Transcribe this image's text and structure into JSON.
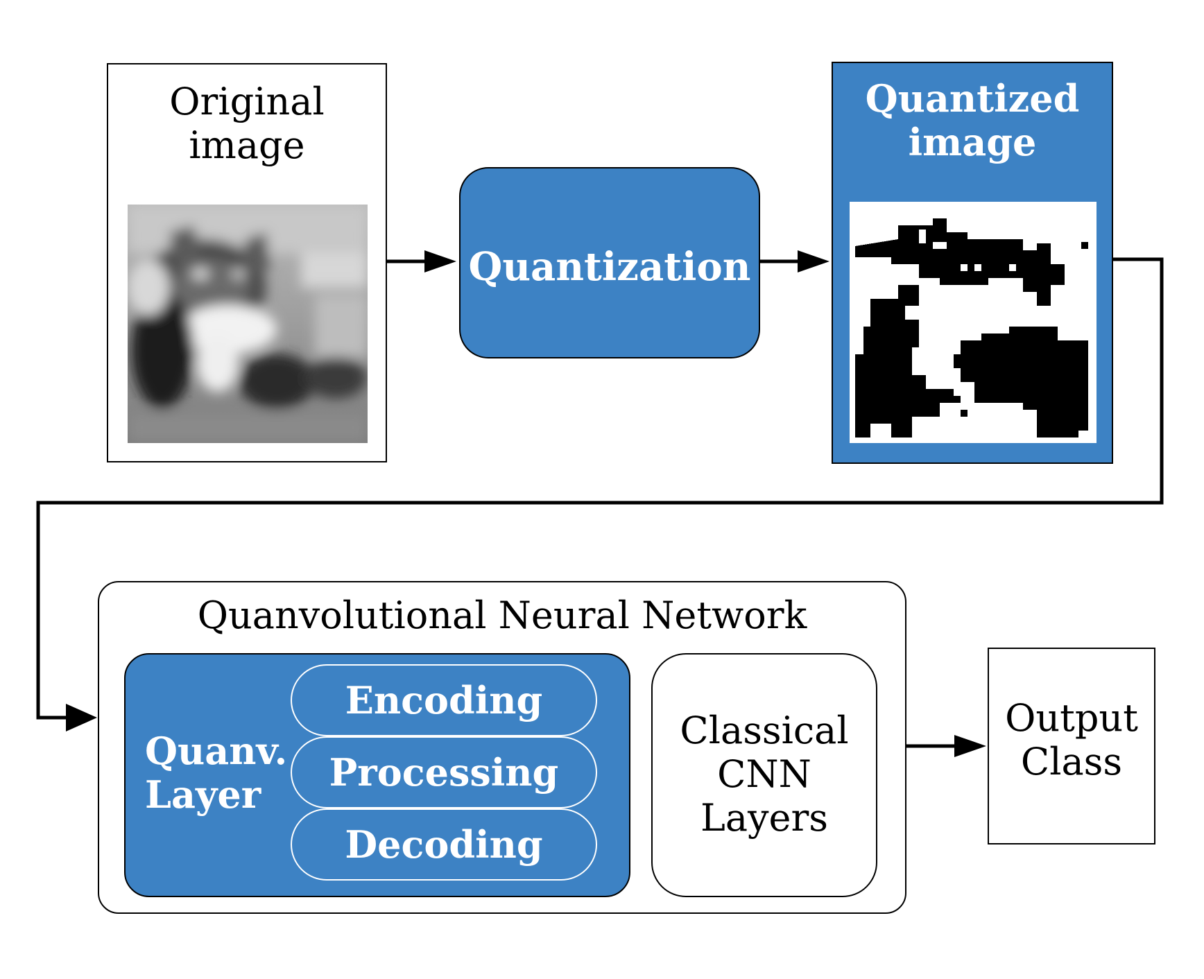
{
  "original_box": {
    "label": "Original\nimage",
    "thumbnail": "grayscale-cat-photo"
  },
  "quantization_box": {
    "label": "Quantization"
  },
  "quantized_box": {
    "label": "Quantized\nimage",
    "thumbnail": "binary-cat-image"
  },
  "qnn": {
    "title": "Quanvolutional Neural Network",
    "quanv_layer": {
      "label": "Quanv.\nLayer",
      "steps": [
        "Encoding",
        "Processing",
        "Decoding"
      ]
    },
    "classical": {
      "label": "Classical\nCNN\nLayers"
    }
  },
  "output_box": {
    "label": "Output\nClass"
  },
  "colors": {
    "blue": "#3d82c4",
    "stroke": "#000000",
    "text_on_blue": "#ffffff"
  }
}
